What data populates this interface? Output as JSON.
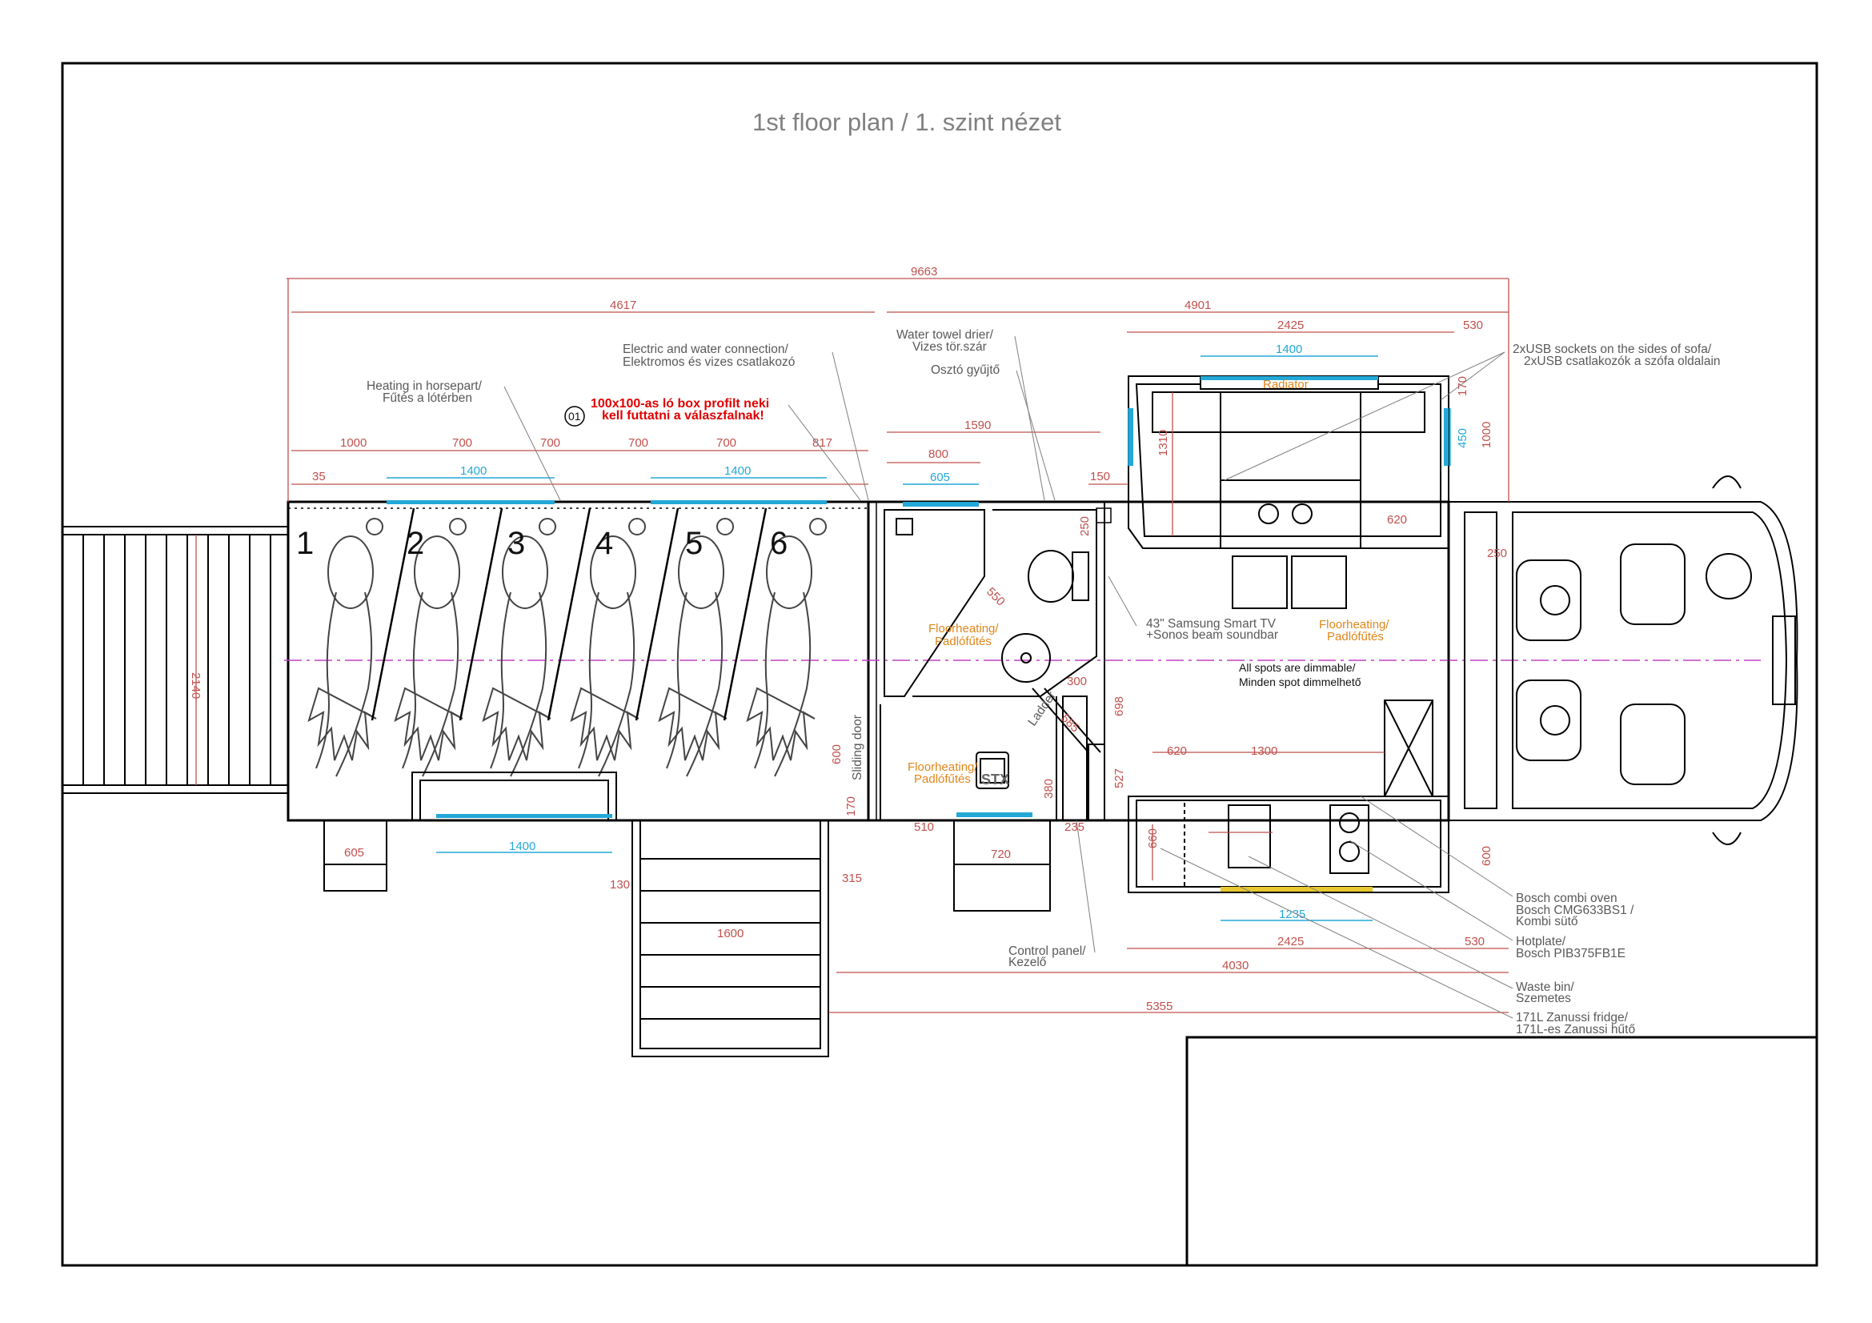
{
  "title": "1st floor plan / 1. szint nézet",
  "dims": {
    "total": "9663",
    "horse_len": "4617",
    "living_len": "4901",
    "sofa_len": "2425",
    "sofa_side": "530",
    "radiator_w": "1400",
    "box_a": "1000",
    "box_b": "700",
    "box_c": "700",
    "box_d": "700",
    "box_e": "700",
    "box_f": "817",
    "d35": "35",
    "win1": "1400",
    "win2": "1400",
    "d1590": "1590",
    "d800": "800",
    "d605": "605",
    "d150": "150",
    "d1310": "1310",
    "d170": "170",
    "d450": "450",
    "d1000": "1000",
    "d620": "620",
    "d250a": "250",
    "d250b": "250",
    "width": "2140",
    "d550": "550",
    "d300": "300",
    "d585": "585",
    "d698": "698",
    "d620b": "620",
    "d1300": "1300",
    "d527": "527",
    "d600": "600",
    "d380": "380",
    "d170b": "170",
    "d510": "510",
    "d235": "235",
    "d605b": "605",
    "d1400c": "1400",
    "d720": "720",
    "d660": "660",
    "d600b": "600",
    "d1235": "1235",
    "d2425b": "2425",
    "d530b": "530",
    "d130": "130",
    "d315": "315",
    "d1600": "1600",
    "d4030": "4030",
    "d5355": "5355"
  },
  "labels": {
    "elec1": "Electric and water connection/",
    "elec2": "Elektromos és vizes csatlakozó",
    "heat1": "Heating in horsepart/",
    "heat2": "Fűtés a lótérben",
    "red1": "100x100-as ló box profilt neki",
    "red2": "kell futtatni a válaszfalnak!",
    "circle": "01",
    "towel1": "Water towel drier/",
    "towel2": "Vizes tör.szár",
    "oszto": "Osztó gyűjtő",
    "usb1": "2xUSB sockets on the sides of sofa/",
    "usb2": "2xUSB csatlakozók a szófa oldalain",
    "radiator": "Radiator",
    "tv1": "43\" Samsung Smart TV",
    "tv2": "+Sonos beam soundbar",
    "fh1": "Floorheating/",
    "fh2": "Padlófűtés",
    "spots1": "All spots are dimmable/",
    "spots2": "Minden spot dimmelhető",
    "ladder": "Ladder",
    "sliding": "Sliding door",
    "control1": "Control panel/",
    "control2": "Kezelő",
    "oven1": "Bosch combi oven",
    "oven2": "Bosch CMG633BS1 /",
    "oven3": "Kombi sütő",
    "hot1": "Hotplate/",
    "hot2": "Bosch PIB375FB1E",
    "waste1": "Waste bin/",
    "waste2": "Szemetes",
    "fridge1": "171L Zanussi fridge/",
    "fridge2": "171L-es Zanussi hűtő",
    "logo": "STX"
  },
  "boxes": [
    "1",
    "2",
    "3",
    "4",
    "5",
    "6"
  ],
  "colors": {
    "dim": "#c0504d",
    "glass": "#23a8d8",
    "heat": "#e0861a",
    "warn": "#e00000",
    "axis": "#c040c0"
  }
}
